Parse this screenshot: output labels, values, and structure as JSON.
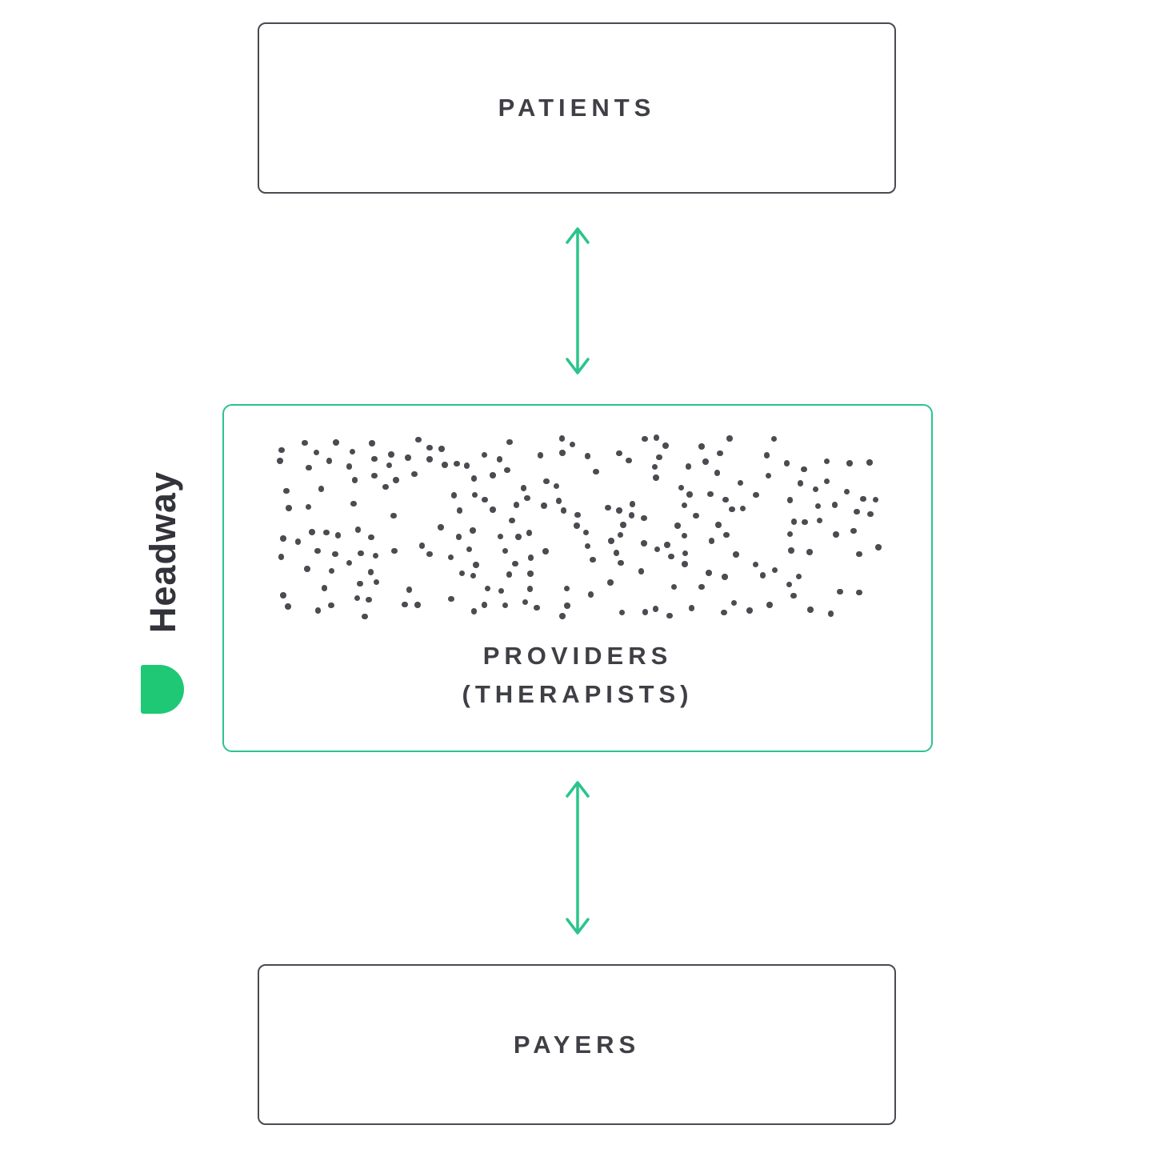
{
  "diagram": {
    "top_box": {
      "label": "PATIENTS"
    },
    "middle_box": {
      "label_line1": "PROVIDERS",
      "label_line2": "(THERAPISTS)"
    },
    "bottom_box": {
      "label": "PAYERS"
    },
    "brand": {
      "wordmark": "Headway"
    },
    "dots": {
      "count": 225,
      "seed": 11,
      "color": "#4b4b52"
    },
    "colors": {
      "accent": "#2bc48a",
      "logo_green": "#1ec874",
      "box_border": "#4a4a52",
      "text": "#3f3f46"
    }
  }
}
